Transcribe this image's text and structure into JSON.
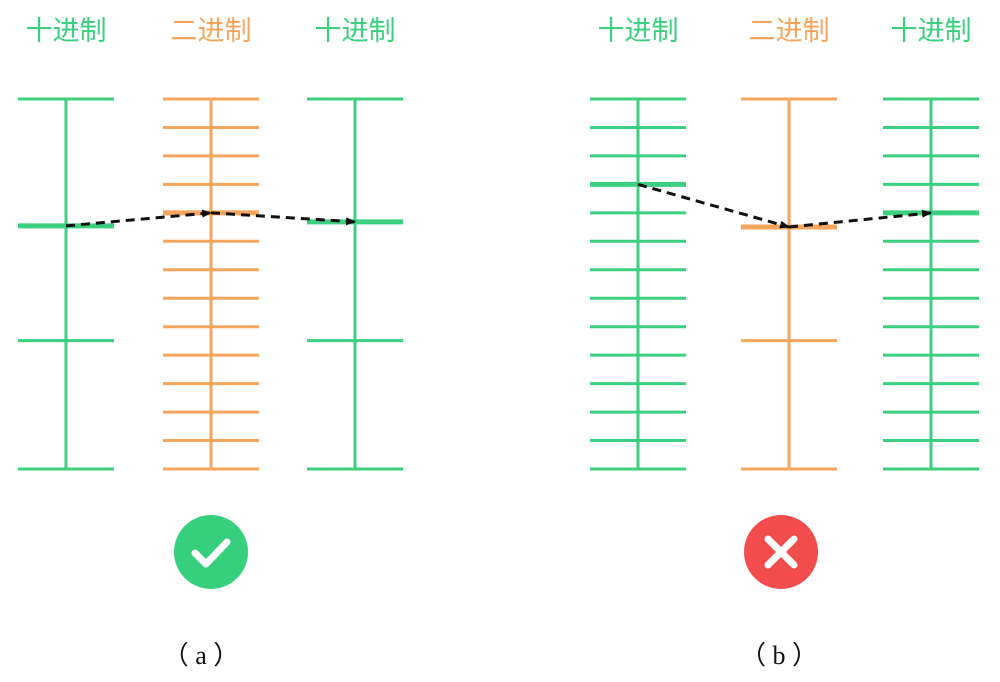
{
  "colors": {
    "decimal": "#3ccf80",
    "binary": "#f5a55c",
    "arrow": "#111111",
    "ok": "#35cf7d",
    "bad": "#f24c4c"
  },
  "panels": [
    {
      "caption": "（ a ）",
      "status_icon": "check-icon",
      "columns": [
        {
          "label": "十进制",
          "type": "decimal",
          "ticks": [
            0,
            0.343,
            0.653,
            1
          ],
          "highlight": 0.343,
          "highlight_y": 0.343
        },
        {
          "label": "二进制",
          "type": "binary",
          "ticks": "dense",
          "highlight": 4,
          "highlight_y": 0.3077
        },
        {
          "label": "十进制",
          "type": "decimal",
          "ticks": [
            0,
            0.332,
            0.653,
            1
          ],
          "highlight": 0.332,
          "highlight_y": 0.332
        }
      ]
    },
    {
      "caption": "（ b ）",
      "status_icon": "close-icon",
      "columns": [
        {
          "label": "十进制",
          "type": "decimal",
          "ticks": "dense",
          "highlight": 3,
          "highlight_y": 0.2308
        },
        {
          "label": "二进制",
          "type": "binary",
          "ticks": [
            0,
            0.346,
            0.653,
            1
          ],
          "highlight": 0.346,
          "highlight_y": 0.346
        },
        {
          "label": "十进制",
          "type": "decimal",
          "ticks": "dense",
          "highlight": 4,
          "highlight_y": 0.3077
        }
      ]
    }
  ]
}
